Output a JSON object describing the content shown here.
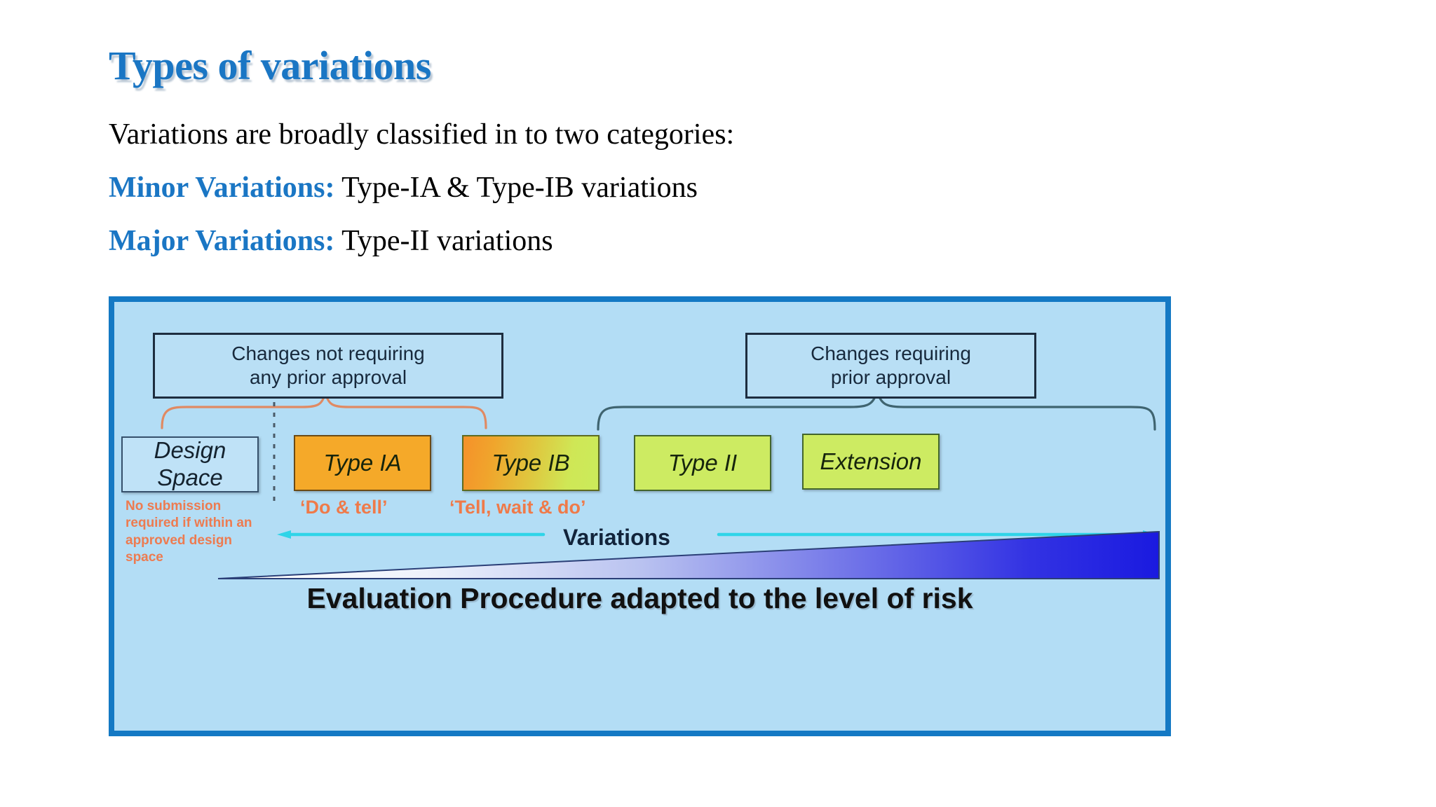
{
  "slide": {
    "title": "Types of variations",
    "intro": "Variations are broadly classified in to two categories:",
    "minor_label": "Minor Variations:",
    "minor_text": " Type-IA & Type-IB variations",
    "major_label": "Major Variations:",
    "major_text": " Type-II variations"
  },
  "diagram": {
    "header_left_line1": "Changes not requiring",
    "header_left_line2": "any prior approval",
    "header_right_line1": "Changes requiring",
    "header_right_line2": "prior approval",
    "boxes": [
      {
        "name": "design-space",
        "line1": "Design",
        "line2": "Space"
      },
      {
        "name": "type-ia",
        "label": "Type IA"
      },
      {
        "name": "type-ib",
        "label": "Type IB"
      },
      {
        "name": "type-ii",
        "label": "Type II"
      },
      {
        "name": "extension",
        "label": "Extension"
      }
    ],
    "caption_do_tell": "‘Do & tell’",
    "caption_tell_wait": "‘Tell, wait & do’",
    "note_design_space": "No submission required if within an approved design space",
    "variations_label": "Variations",
    "evaluation_caption": "Evaluation Procedure adapted to the level of risk",
    "colors": {
      "frame_border": "#1479c4",
      "frame_fill": "#b3ddf5",
      "type_ia_fill": "#f5a929",
      "type_ii_fill": "#cdeb62",
      "brace_left": "#e08a63",
      "brace_right": "#3f6470",
      "arrow": "#2fd4e8",
      "wedge_end": "#1a1ae0",
      "accent_blue": "#1a76c4",
      "caption_orange": "#ef7a49"
    }
  }
}
